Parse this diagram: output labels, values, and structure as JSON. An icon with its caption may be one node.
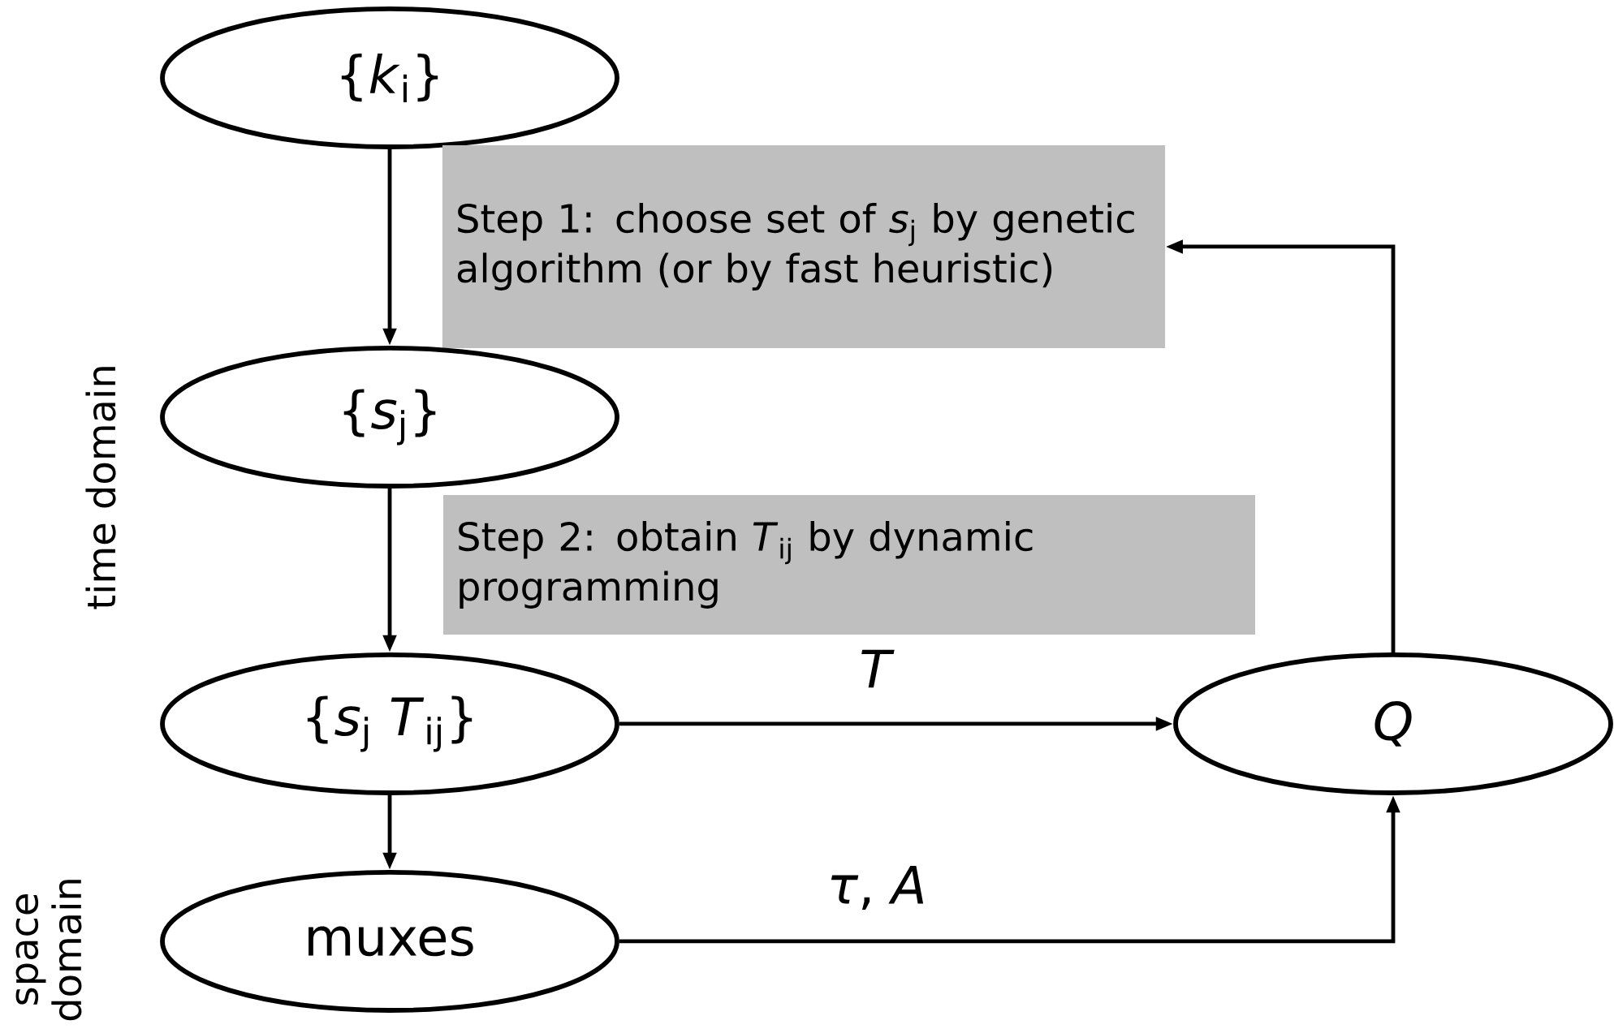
{
  "diagram": {
    "nodes": [
      {
        "text": [
          "{*k*$_{i}$}"
        ]
      },
      {
        "text": [
          "Step 1: choose set of *s*$_{j}$ by genetic algorithm (or by fast heuristic)"
        ]
      },
      {
        "text": [
          "{*s*$_{j}$}"
        ]
      },
      {
        "text": [
          "Step 2: obtain *T*$_{ij}$ by dynamic programming"
        ]
      },
      {
        "text": [
          "{*s*$_{j}$ *T*$_{ij}$}"
        ]
      },
      {
        "text": [
          "*Q*"
        ]
      },
      {
        "text": [
          "muxes"
        ]
      }
    ],
    "edges": [
      {
        "from": 0,
        "to": 2,
        "arrow": "to"
      },
      {
        "from": 2,
        "to": 4,
        "arrow": "to"
      },
      {
        "from": 4,
        "to": 5,
        "arrow": "to",
        "label": "*T*"
      },
      {
        "from": 4,
        "to": 6,
        "arrow": "to"
      },
      {
        "from": 6,
        "to": 5,
        "arrow": "to",
        "label": "*τ*, *A*"
      },
      {
        "from": 5,
        "to": 1,
        "arrow": "to"
      }
    ],
    "labels": [
      "time domain",
      "space domain"
    ]
  }
}
